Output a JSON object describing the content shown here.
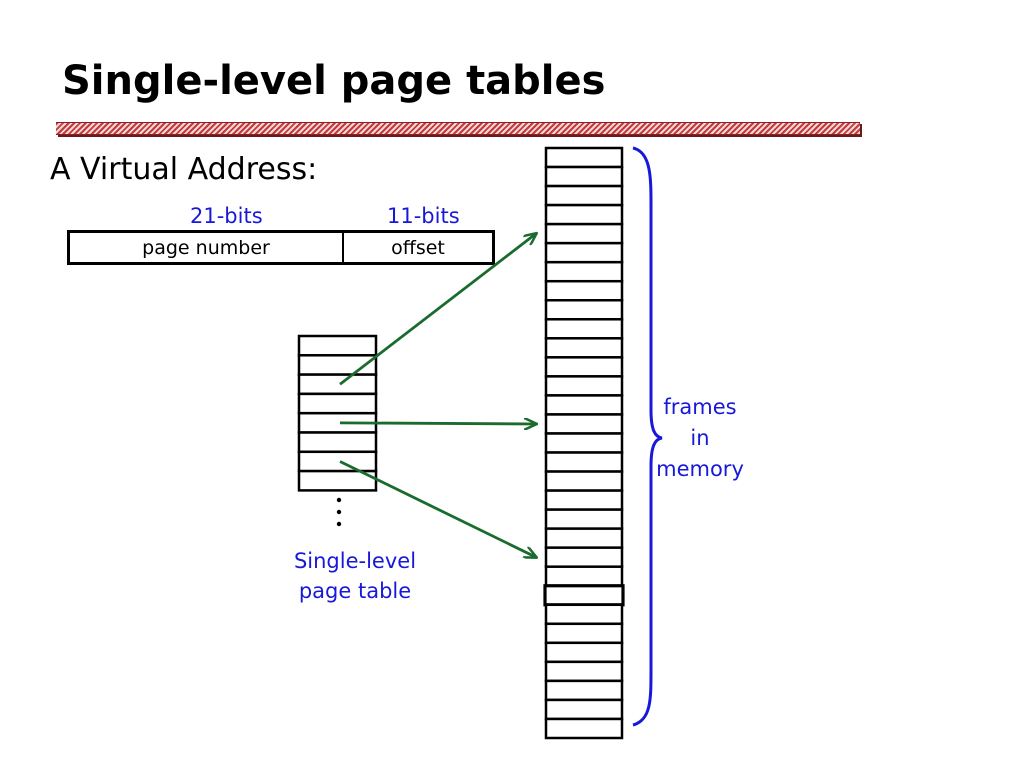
{
  "slide": {
    "title": "Single-level page tables",
    "virtual_address_heading": "A Virtual Address:"
  },
  "virtual_address": {
    "fields": [
      {
        "bits_label": "21-bits",
        "label": "page number"
      },
      {
        "bits_label": "11-bits",
        "label": "offset"
      }
    ]
  },
  "page_table": {
    "label_line1": "Single-level",
    "label_line2": "page table",
    "visible_entries": 8,
    "continuation": "..."
  },
  "memory": {
    "label_line1": "frames",
    "label_line2": "in",
    "label_line3": "memory",
    "frame_count": 31,
    "highlighted_frame_index": 23
  },
  "mappings": [
    {
      "from_entry": 2,
      "to_frame": 4
    },
    {
      "from_entry": 4,
      "to_frame": 14
    },
    {
      "from_entry": 6,
      "to_frame": 21
    }
  ],
  "colors": {
    "title_text": "#000000",
    "label_blue": "#1818d8",
    "arrow_green": "#1a6b2e",
    "brace_blue": "#1818d8",
    "rule_red": "#c23b3b"
  }
}
